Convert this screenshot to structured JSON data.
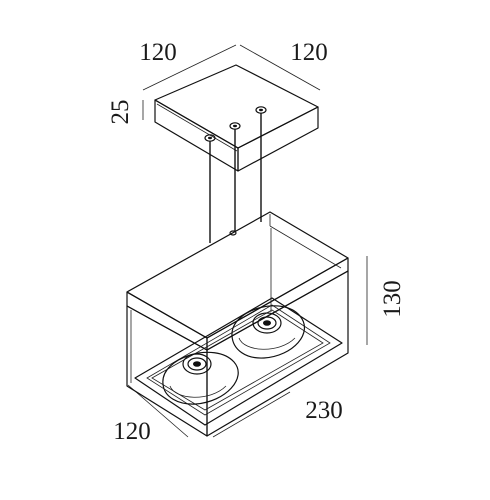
{
  "dimensions": {
    "canopy_width_left": "120",
    "canopy_width_right": "120",
    "canopy_height": "25",
    "body_height": "130",
    "body_length": "230",
    "body_depth": "120"
  },
  "colors": {
    "line": "#111111",
    "background": "#ffffff"
  }
}
